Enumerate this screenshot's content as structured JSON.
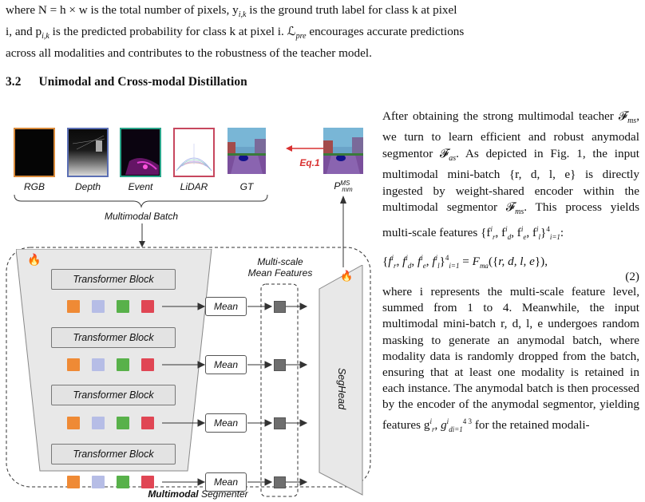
{
  "top_paragraph": {
    "line1": "where N = h × w is the total number of pixels, y",
    "line1_sub": "i,k",
    "line1_rest": " is the ground truth label for class k at pixel",
    "line2": "i, and p",
    "line2_sub": "i,k",
    "line2_rest": " is the predicted probability for class k at pixel i. ℒ",
    "line2_sub2": "pre",
    "line2_rest2": " encourages accurate predictions",
    "line3": "across all modalities and contributes to the robustness of the teacher model."
  },
  "section": {
    "number": "3.2",
    "title": "Unimodal and Cross-modal Distillation"
  },
  "right_text": {
    "p1": "After obtaining the strong multimodal teacher 𝓕",
    "p1_sub": "ms",
    "p1_b": ", we turn to learn efficient and robust anymodal segmentor 𝓕",
    "p1_sub2": "as",
    "p1_c": ". As depicted in Fig. 1, the input multimodal mini-batch {r, d, l, e} is directly ingested by weight-shared encoder within the multimodal segmentor 𝓕",
    "p1_sub3": "ms",
    "p1_d": ". This process yields multi-scale features {f",
    "p1_e": "}",
    "p1_f": ":",
    "equation": "{f_r^i, f_d^i, f_e^i, f_l^i}_{i=1}^4 = F_ma({r, d, l, e}),",
    "eq_number": "(2)",
    "p2": "where i represents the multi-scale feature level, summed from 1 to 4. Meanwhile, the input multimodal mini-batch r, d, l, e undergoes random masking to generate an anymodal batch, where modality data is randomly dropped from the batch, ensuring that at least one modality is retained in each instance. The anymodal batch is then processed by the encoder of the anymodal segmentor, yielding features g",
    "p2_end": " for the retained modali-"
  },
  "figure": {
    "modalities": [
      "RGB",
      "Depth",
      "Event",
      "LiDAR",
      "GT"
    ],
    "pred_label": "P",
    "pred_sup": "MS",
    "pred_sub": "mm",
    "eq_label": "Eq.1",
    "batch_label": "Multimodal Batch",
    "transformer_block": "Transformer Block",
    "transformer_blocks": [
      "Transformer Block",
      "Transformer Block",
      "Transformer Block",
      "Transformer Block"
    ],
    "mean_label": "Mean",
    "multiscale_label_1": "Multi-scale",
    "multiscale_label_2": "Mean Features",
    "seghead_label": "SegHead",
    "segmenter_bold": "Multimodal",
    "segmenter_rest": " Segmenter",
    "colors": {
      "rgb_border": "#d98a3a",
      "depth_border": "#5b6fb4",
      "event_border": "#2aa58a",
      "lidar_border": "#c7475e",
      "orange_sq": "#ef8a35",
      "lavender_sq": "#b6bde6",
      "green_sq": "#58b14a",
      "red_sq": "#e04654",
      "eq_red": "#d93030"
    }
  }
}
